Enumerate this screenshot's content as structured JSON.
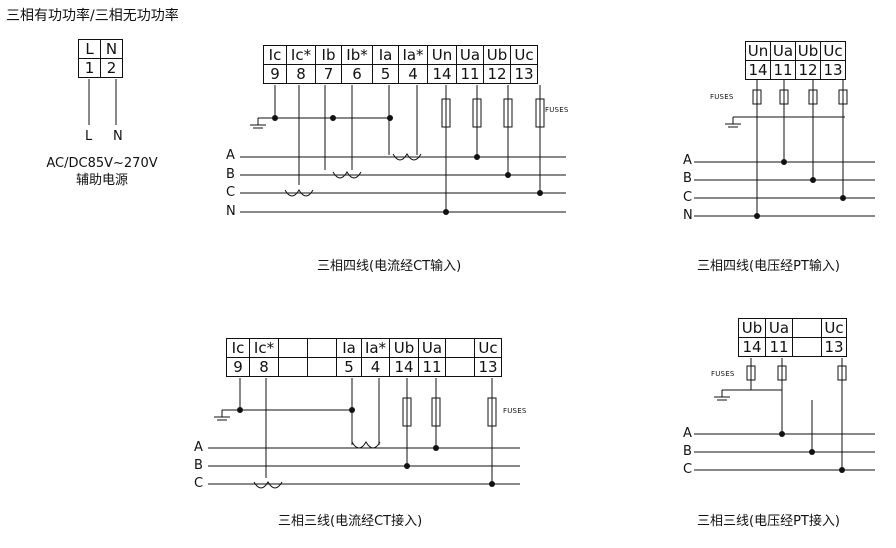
{
  "title": "三相有功功率/三相无功功率",
  "power": {
    "terminals": {
      "labels": [
        "L",
        "N"
      ],
      "numbers": [
        "1",
        "2"
      ]
    },
    "line_labels": [
      "L",
      "N"
    ],
    "rating": "AC/DC85V~270V",
    "desc": "辅助电源"
  },
  "ct4": {
    "labels": [
      "Ic",
      "Ic*",
      "Ib",
      "Ib*",
      "Ia",
      "Ia*",
      "Un",
      "Ua",
      "Ub",
      "Uc"
    ],
    "numbers": [
      "9",
      "8",
      "7",
      "6",
      "5",
      "4",
      "14",
      "11",
      "12",
      "13"
    ],
    "phases": [
      "A",
      "B",
      "C",
      "N"
    ],
    "fuses": "FUSES",
    "caption": "三相四线(电流经CT输入)"
  },
  "pt4": {
    "labels": [
      "Un",
      "Ua",
      "Ub",
      "Uc"
    ],
    "numbers": [
      "14",
      "11",
      "12",
      "13"
    ],
    "phases": [
      "A",
      "B",
      "C",
      "N"
    ],
    "fuses": "FUSES",
    "caption": "三相四线(电压经PT输入)"
  },
  "ct3": {
    "labels": [
      "Ic",
      "Ic*",
      "",
      "",
      "Ia",
      "Ia*",
      "Ub",
      "Ua",
      "",
      "Uc"
    ],
    "numbers": [
      "9",
      "8",
      "",
      "",
      "5",
      "4",
      "14",
      "11",
      "",
      "13"
    ],
    "phases": [
      "A",
      "B",
      "C"
    ],
    "fuses": "FUSES",
    "caption": "三相三线(电流经CT接入)"
  },
  "pt3": {
    "labels": [
      "Ub",
      "Ua",
      "",
      "Uc"
    ],
    "numbers": [
      "14",
      "11",
      "",
      "13"
    ],
    "phases": [
      "A",
      "B",
      "C"
    ],
    "fuses": "FUSES",
    "caption": "三相三线(电压经PT接入)"
  }
}
